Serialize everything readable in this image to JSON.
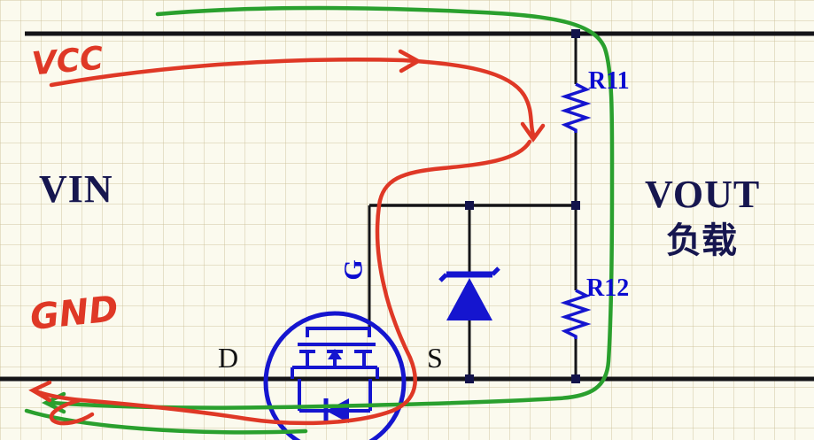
{
  "schematic": {
    "ports": {
      "vin": "VIN",
      "vout": "VOUT",
      "load": "负载"
    },
    "components": {
      "r11": "R11",
      "r12": "R12"
    },
    "pins": {
      "gate": "G",
      "drain": "D",
      "source": "S"
    },
    "handwritten": {
      "vcc": "VCC",
      "gnd": "GND"
    }
  },
  "colors": {
    "background": "#fbfaee",
    "wire": "#141418",
    "component_blue": "#1515cf",
    "label_navy": "#16164f",
    "ref_blue": "#0b0bd0",
    "annotation_red": "#df3826",
    "annotation_green": "#2aa02e"
  }
}
